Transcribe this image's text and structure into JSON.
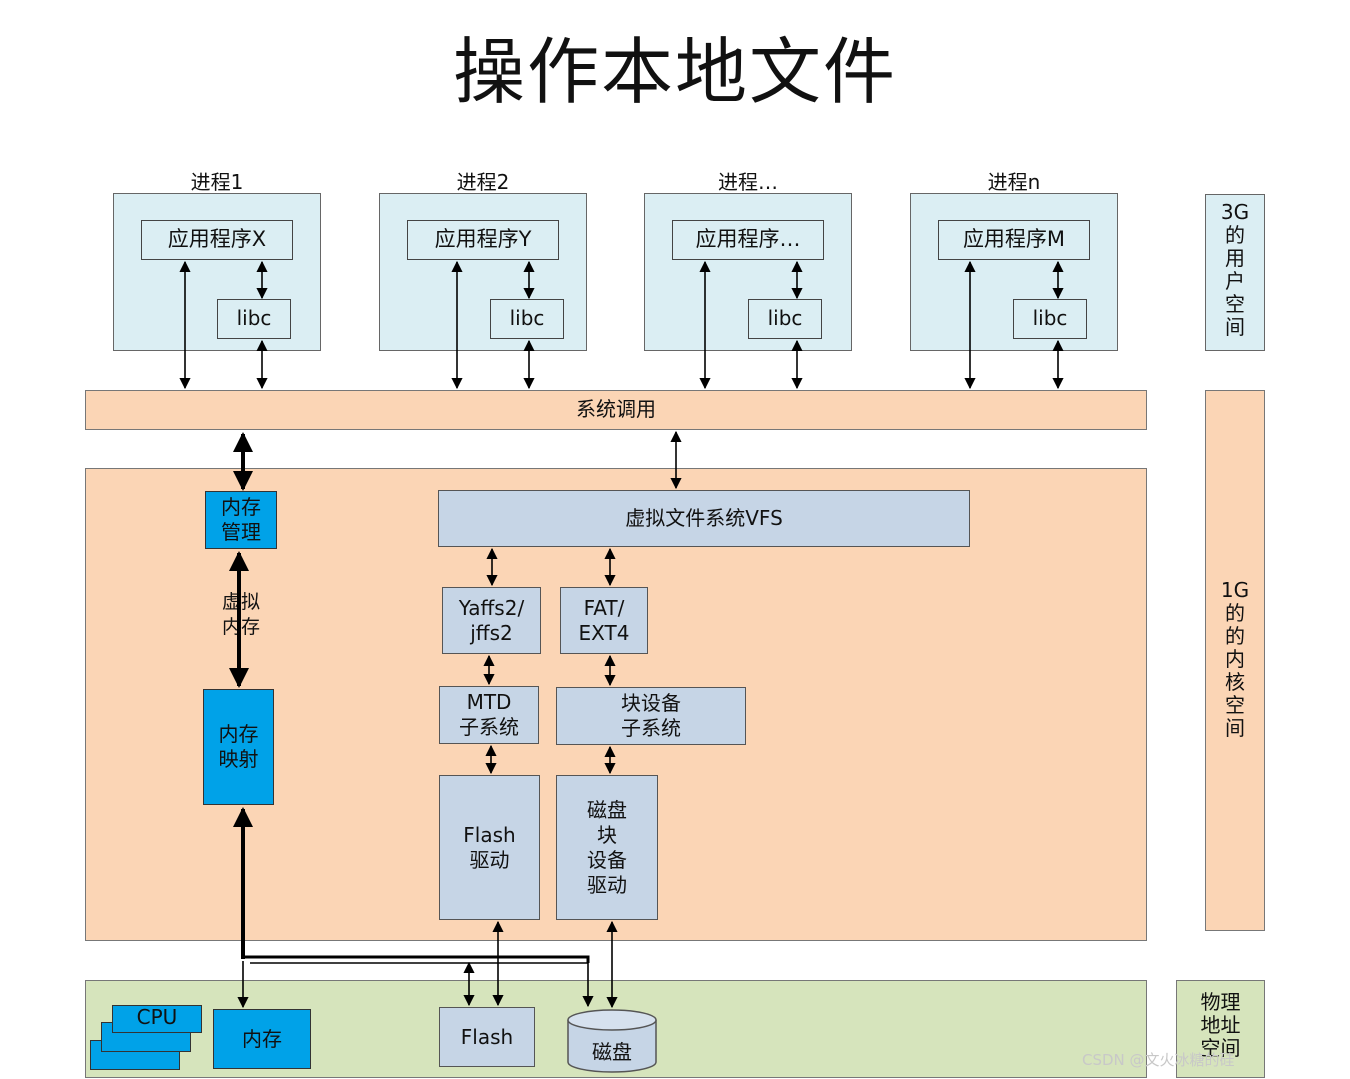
{
  "title": "操作本地文件",
  "processes": [
    {
      "label": "进程1",
      "app": "应用程序X",
      "libc": "libc"
    },
    {
      "label": "进程2",
      "app": "应用程序Y",
      "libc": "libc"
    },
    {
      "label": "进程…",
      "app": "应用程序…",
      "libc": "libc"
    },
    {
      "label": "进程n",
      "app": "应用程序M",
      "libc": "libc"
    }
  ],
  "syscall": "系统调用",
  "kernel": {
    "mem_mgmt": "内存\n管理",
    "virtual_mem": "虚拟\n内存",
    "mem_map": "内存\n映射",
    "vfs": "虚拟文件系统VFS",
    "yaffs": "Yaffs2/\njffs2",
    "fat": "FAT/\nEXT4",
    "mtd": "MTD\n子系统",
    "block": "块设备\n子系统",
    "flash_driver": "Flash\n驱动",
    "disk_driver": "磁盘\n块\n设备\n驱动"
  },
  "hardware": {
    "cpu": "CPU",
    "memory": "内存",
    "flash": "Flash",
    "disk": "磁盘"
  },
  "side": {
    "user_space": "3G\n的\n用\n户\n空\n间",
    "kernel_space": "1G\n的\n的\n内\n核\n空\n间",
    "physical": "物理\n地址\n空间"
  },
  "watermark": "CSDN @文火冰糖的硅",
  "colors": {
    "process_bg": "#dbeef3",
    "band_bg": "#fbd5b5",
    "mem_blue": "#00a2e8",
    "module_gray": "#c6d5e6",
    "hw_green": "#d6e4bc"
  }
}
